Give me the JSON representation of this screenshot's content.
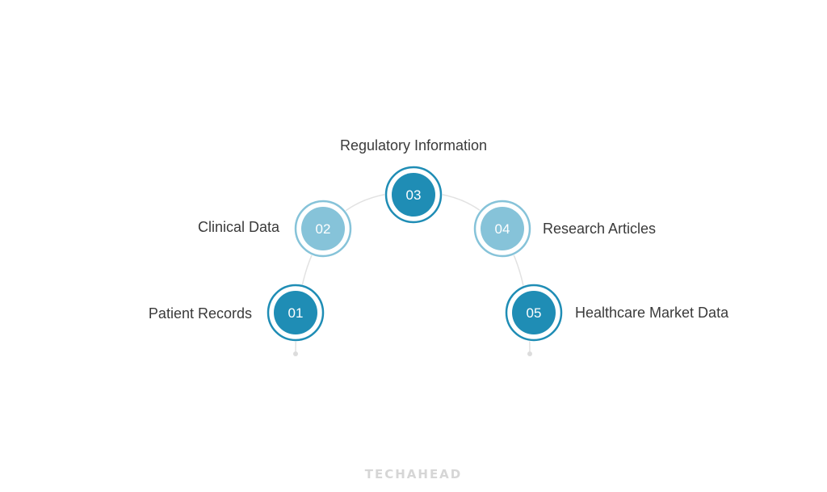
{
  "colors": {
    "dark": "#1f8db5",
    "light": "#86c3d9",
    "arc": "#e2e2e2",
    "text": "#3a3a3a"
  },
  "steps": [
    {
      "number": "01",
      "label": "Patient Records",
      "tone": "dark"
    },
    {
      "number": "02",
      "label": "Clinical Data",
      "tone": "light"
    },
    {
      "number": "03",
      "label": "Regulatory Information",
      "tone": "dark"
    },
    {
      "number": "04",
      "label": "Research Articles",
      "tone": "light"
    },
    {
      "number": "05",
      "label": "Healthcare Market Data",
      "tone": "dark"
    }
  ],
  "brand": "TECHAHEAD"
}
